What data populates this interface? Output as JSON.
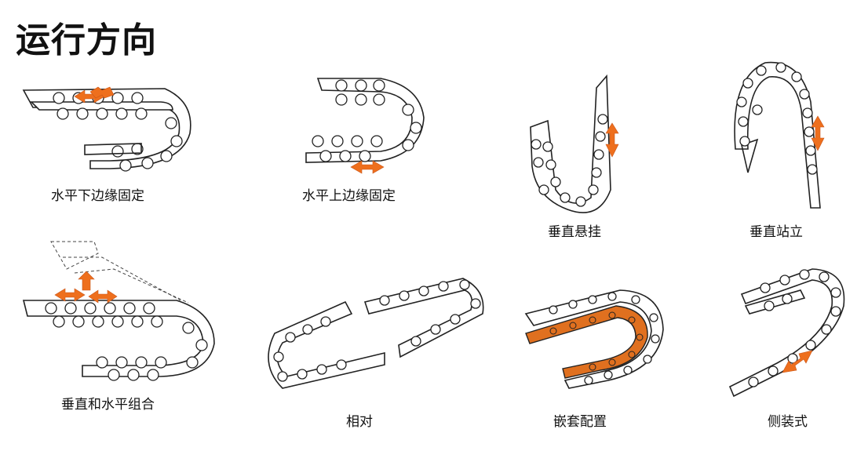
{
  "title": "运行方向",
  "items": [
    {
      "id": "horizontal-bottom-fixed",
      "caption": "水平下边缘固定"
    },
    {
      "id": "horizontal-top-fixed",
      "caption": "水平上边缘固定"
    },
    {
      "id": "vertical-hanging",
      "caption": "垂直悬挂"
    },
    {
      "id": "vertical-standing",
      "caption": "垂直站立"
    },
    {
      "id": "vertical-horizontal-combined",
      "caption": "垂直和水平组合"
    },
    {
      "id": "opposed",
      "caption": "相对"
    },
    {
      "id": "nested",
      "caption": "嵌套配置"
    },
    {
      "id": "side-mounted",
      "caption": "侧装式"
    }
  ],
  "colors": {
    "arrow": "#ee6f1d",
    "text": "#111111",
    "line": "#222222"
  }
}
